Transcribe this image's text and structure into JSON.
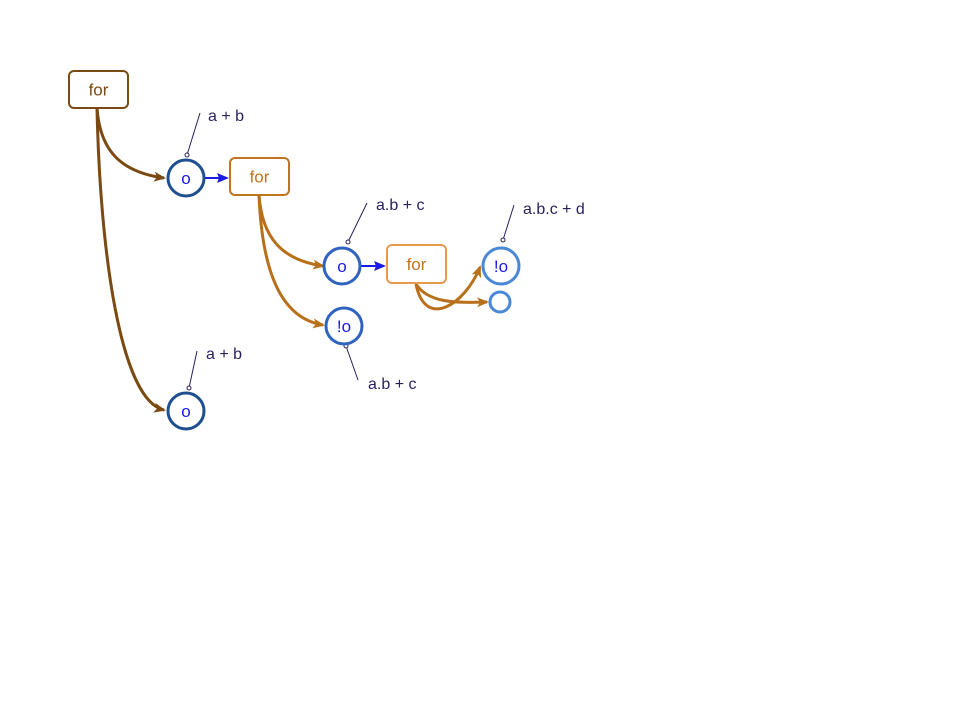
{
  "nodes": {
    "for1": {
      "label": "for"
    },
    "for2": {
      "label": "for"
    },
    "for3": {
      "label": "for"
    },
    "o1": {
      "label": "o"
    },
    "o2": {
      "label": "o"
    },
    "o3": {
      "label": "o"
    },
    "not_o1": {
      "label": "!o"
    },
    "not_o2": {
      "label": "!o"
    },
    "empty": {
      "label": ""
    }
  },
  "annotations": {
    "a1": "a + b",
    "a2": "a.b + c",
    "a3": "a.b.c + d",
    "a4": "a + b",
    "a5": "a.b + c"
  },
  "colors": {
    "for1": "#7a4a12",
    "for2": "#c0741e",
    "for3": "#e69a4d",
    "edge_dark": "#7a4a12",
    "edge_mid": "#b8701a",
    "circle_dark": "#1f4f8f",
    "circle_mid": "#2f63c0",
    "circle_light": "#4a88d6",
    "circle_text": "#1a1ae6",
    "blue_arrow": "#1a1ae6",
    "annotation_line": "#2a1f5e"
  }
}
